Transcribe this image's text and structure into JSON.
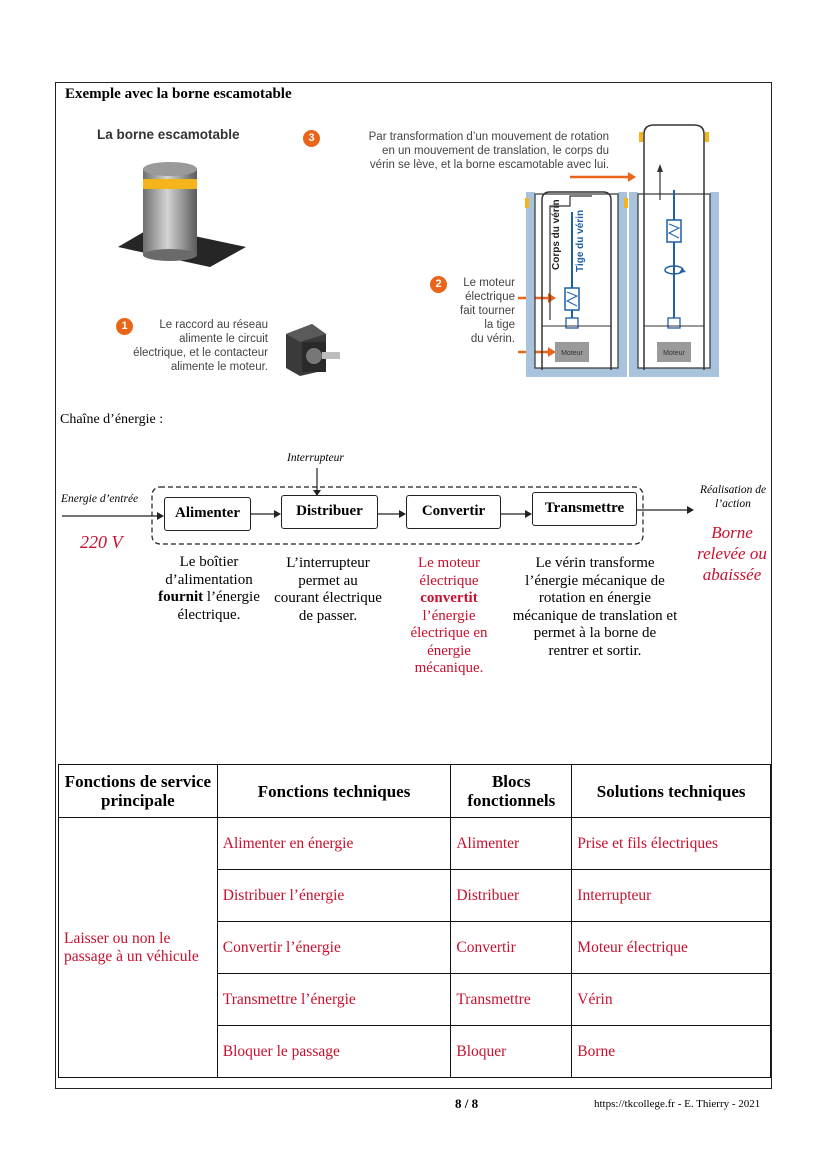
{
  "section_title": "Exemple avec la borne escamotable",
  "illustration": {
    "title": "La borne escamotable",
    "step1": {
      "num": "1",
      "lines": [
        "Le raccord au réseau",
        "alimente le circuit",
        "électrique, et le contacteur",
        "alimente le moteur."
      ]
    },
    "step2": {
      "num": "2",
      "lines": [
        "Le moteur",
        "électrique",
        "fait tourner",
        "la tige",
        "du vérin."
      ]
    },
    "step3": {
      "num": "3",
      "lines": [
        "Par transformation d’un mouvement de rotation",
        "en un mouvement de translation, le corps du",
        "vérin se lève, et la borne escamotable avec lui."
      ]
    },
    "label_corps": "Corps du vérin",
    "label_tige": "Tige du vérin",
    "label_moteur": "Moteur",
    "colors": {
      "orange": "#e8651a",
      "blue": "#1f5fa8",
      "pit": "#a9c3dc"
    }
  },
  "chain": {
    "label": "Chaîne d’énergie :",
    "input_label": "Energie d’entrée",
    "input_value": "220 V",
    "interrupter_label": "Interrupteur",
    "output_label": "Réalisation de l’action",
    "output_value_lines": [
      "Borne",
      "relevée ou",
      "abaissée"
    ],
    "blocks": [
      "Alimenter",
      "Distribuer",
      "Convertir",
      "Transmettre"
    ],
    "descriptions": {
      "alimenter": {
        "before": "Le boîtier d’alimentation",
        "bold": "fournit",
        "after": "l’énergie électrique."
      },
      "distribuer": "L’interrupteur permet au courant électrique de passer.",
      "convertir": {
        "before": "Le moteur électrique",
        "bold": "convertit",
        "after": "l’énergie électrique en énergie mécanique."
      },
      "transmettre": "Le vérin transforme l’énergie mécanique de rotation en énergie mécanique de translation et permet à la borne de rentrer et sortir."
    }
  },
  "table": {
    "headers": [
      "Fonctions de service principale",
      "Fonctions techniques",
      "Blocs fonctionnels",
      "Solutions techniques"
    ],
    "service_function": "Laisser ou non le passage à un véhicule",
    "rows": [
      [
        "Alimenter en énergie",
        "Alimenter",
        "Prise et fils électriques"
      ],
      [
        "Distribuer l’énergie",
        "Distribuer",
        "Interrupteur"
      ],
      [
        "Convertir l’énergie",
        "Convertir",
        "Moteur électrique"
      ],
      [
        "Transmettre l’énergie",
        "Transmettre",
        "Vérin"
      ],
      [
        "Bloquer le passage",
        "Bloquer",
        "Borne"
      ]
    ]
  },
  "footer": {
    "page": "8 / 8",
    "source": "https://tkcollege.fr  - E. Thierry  - 2021"
  }
}
